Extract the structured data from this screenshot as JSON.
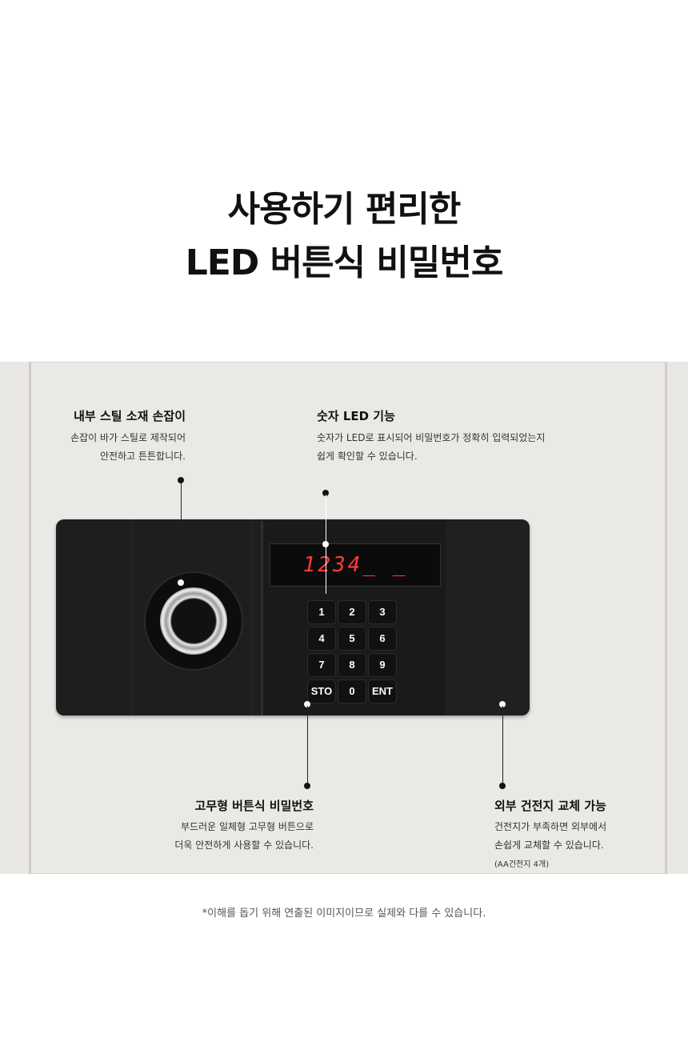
{
  "headline": {
    "line1": "사용하기 편리한",
    "line2": "LED 버튼식 비밀번호"
  },
  "display": {
    "text": "1234_ _",
    "color": "#ff3b3b"
  },
  "keypad": {
    "keys": [
      "1",
      "2",
      "3",
      "4",
      "5",
      "6",
      "7",
      "8",
      "9",
      "STO",
      "0",
      "ENT"
    ]
  },
  "callouts": {
    "handle": {
      "title": "내부 스틸 소재 손잡이",
      "desc1": "손잡이 바가 스틸로 제작되어",
      "desc2": "안전하고 튼튼합니다."
    },
    "led": {
      "title": "숫자 LED 기능",
      "desc1": "숫자가 LED로 표시되어 비밀번호가 정확히 입력되었는지",
      "desc2": "쉽게 확인할 수 있습니다."
    },
    "buttons": {
      "title": "고무형 버튼식 비밀번호",
      "desc1": "부드러운 일체형 고무형 버튼으로",
      "desc2": "더욱 안전하게 사용할 수 있습니다."
    },
    "battery": {
      "title": "외부 건전지 교체 가능",
      "desc1": "건전지가 부족하면 외부에서",
      "desc2": "손쉽게 교체할 수 있습니다.",
      "note": "(AA건전지 4개)"
    }
  },
  "footnote": "*이해를 돕기 위해 연출된 이미지이므로 실제와 다를 수 있습니다."
}
